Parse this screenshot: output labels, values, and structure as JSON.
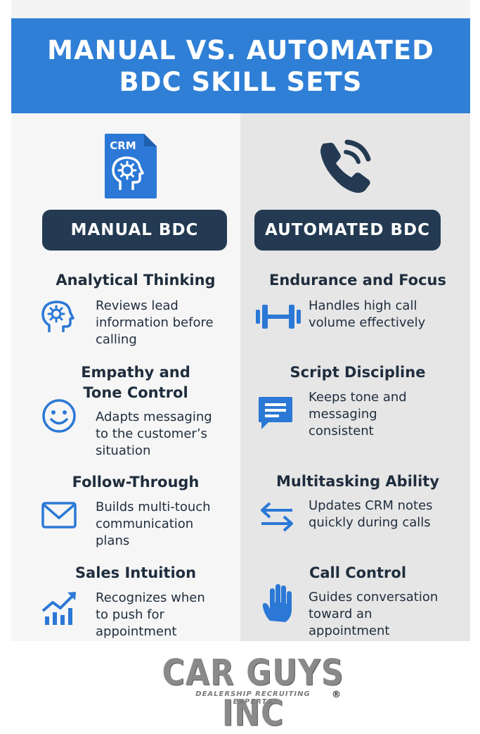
{
  "header": {
    "title": "MANUAL VS. AUTOMATED\nBDC SKILL SETS"
  },
  "colors": {
    "accent_blue": "#2f7fd6",
    "pill_navy": "#233a52",
    "icon_blue": "#2b78d6"
  },
  "manual": {
    "badge_text": "CRM",
    "heading": "MANUAL BDC",
    "skills": [
      {
        "title": "Analytical Thinking",
        "desc": "Reviews lead\ninformation before\ncalling",
        "icon": "head-gear-icon"
      },
      {
        "title": "Empathy and\nTone Control",
        "desc": "Adapts messaging\nto the customer’s\nsituation",
        "icon": "smiley-icon"
      },
      {
        "title": "Follow-Through",
        "desc": "Builds multi-touch\ncommunication\nplans",
        "icon": "envelope-icon"
      },
      {
        "title": "Sales Intuition",
        "desc": "Recognizes when\nto push for\nappointment",
        "icon": "growth-chart-icon"
      }
    ]
  },
  "automated": {
    "heading": "AUTOMATED BDC",
    "skills": [
      {
        "title": "Endurance and Focus",
        "desc": "Handles high call\nvolume effectively",
        "icon": "dumbbell-icon"
      },
      {
        "title": "Script Discipline",
        "desc": "Keeps tone and\nmessaging\nconsistent",
        "icon": "chat-bubble-icon"
      },
      {
        "title": "Multitasking Ability",
        "desc": "Updates CRM notes\nquickly during calls",
        "icon": "swap-arrows-icon"
      },
      {
        "title": "Call Control",
        "desc": "Guides conversation\ntoward an\nappointment",
        "icon": "hand-icon"
      }
    ]
  },
  "logo": {
    "name": "CAR GUYS INC",
    "tagline": "DEALERSHIP RECRUITING EXPERTS",
    "reg": "®"
  }
}
